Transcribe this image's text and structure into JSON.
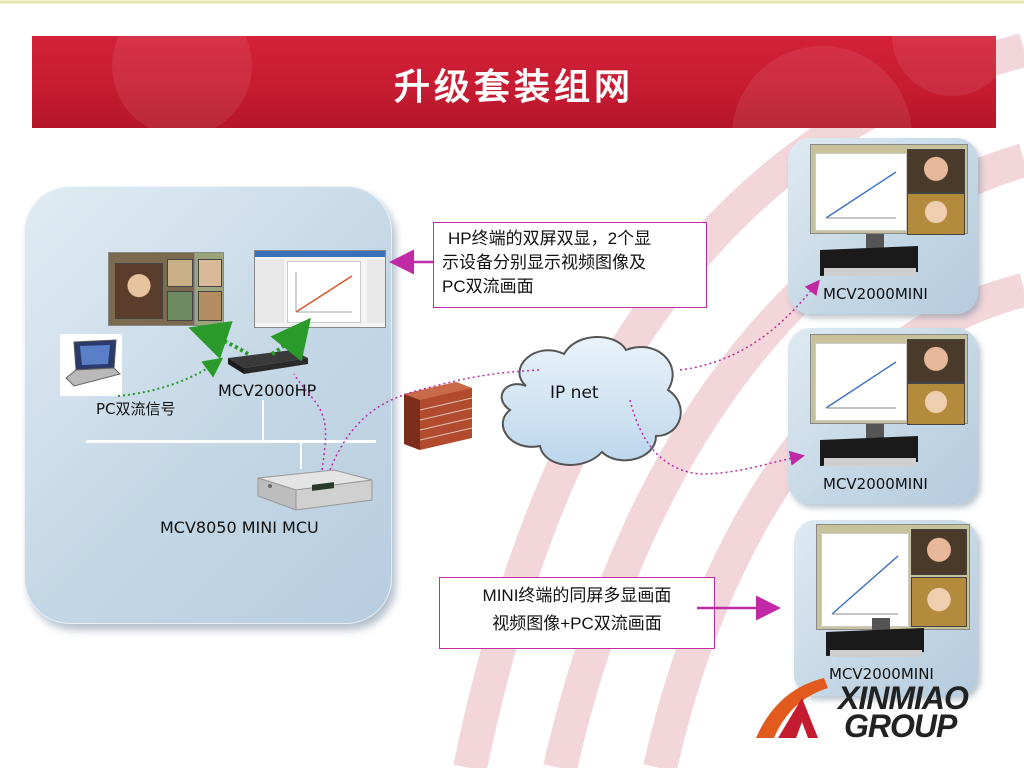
{
  "slide": {
    "title": "升级套装组网",
    "accent_red": "#c51b31",
    "link_color": "#c02aa6",
    "pc_link_color": "#2a9a2a"
  },
  "local_site": {
    "endpoint_label": "MCV2000HP",
    "mcu_label": "MCV8050 MINI MCU",
    "pc_label": "PC双流信号"
  },
  "cloud": {
    "label": "IP net"
  },
  "callouts": {
    "hp": [
      "HP终端的双屏双显，2个显",
      "示设备分别显示视频图像及",
      "PC双流画面"
    ],
    "mini": [
      "MINI终端的同屏多显画面",
      "视频图像+PC双流画面"
    ]
  },
  "remote_sites": [
    {
      "label": "MCV2000MINI"
    },
    {
      "label": "MCV2000MINI"
    },
    {
      "label": "MCV2000MINI"
    }
  ],
  "logo": {
    "line1": "XINMIAO",
    "line2": "GROUP"
  },
  "icons": [
    "firewall-icon",
    "cloud-icon",
    "laptop-icon",
    "mcu-device-icon",
    "terminal-device-icon",
    "monitor-icon",
    "logo-icon"
  ]
}
